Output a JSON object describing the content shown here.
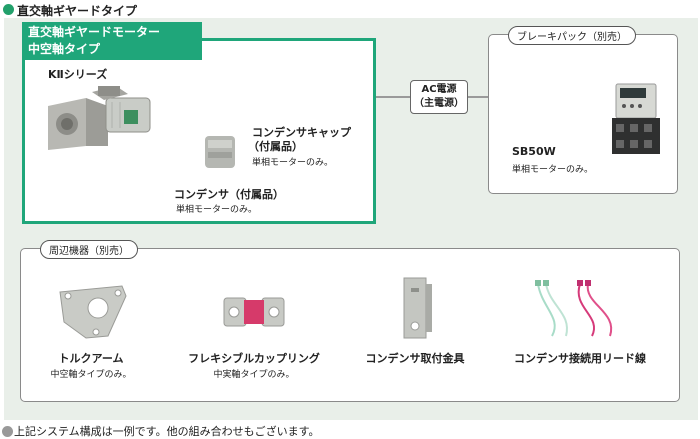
{
  "header": {
    "title": "直交軸ギヤードタイプ"
  },
  "main_box": {
    "label_line1": "直交軸ギヤードモーター",
    "label_line2": "中空軸タイプ"
  },
  "motor": {
    "series": "KⅡシリーズ"
  },
  "cap": {
    "name_line1": "コンデンサキャップ",
    "name_line2": "（付属品）",
    "note": "単相モーターのみ。"
  },
  "condenser": {
    "name": "コンデンサ（付属品）",
    "note": "単相モーターのみ。"
  },
  "ac_power": {
    "line1": "AC電源",
    "line2": "（主電源）"
  },
  "brake_pack": {
    "title": "ブレーキパック（別売）",
    "model": "SB50W",
    "note": "単相モーターのみ。"
  },
  "peripherals": {
    "title": "周辺機器（別売）",
    "items": [
      {
        "name": "トルクアーム",
        "note": "中空軸タイプのみ。"
      },
      {
        "name": "フレキシブルカップリング",
        "note": "中実軸タイプのみ。"
      },
      {
        "name": "コンデンサ取付金具",
        "note": ""
      },
      {
        "name": "コンデンサ接続用リード線",
        "note": ""
      }
    ]
  },
  "footer": {
    "note": "上記システム構成は一例です。他の組み合わせもございます。"
  },
  "colors": {
    "accent": "#1fa67a",
    "panel": "#e9efe9"
  }
}
